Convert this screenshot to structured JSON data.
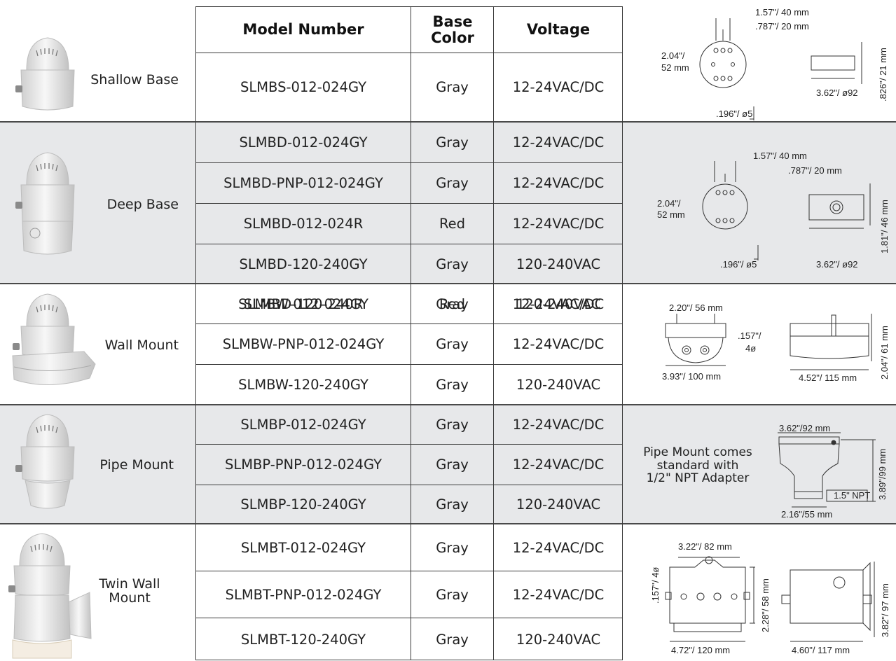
{
  "header": {
    "model_number": "Model Number",
    "base_color": "Base Color",
    "voltage": "Voltage"
  },
  "groups": [
    {
      "label": "Shallow Base",
      "rows": [
        {
          "model": "SLMBS-012-024GY",
          "color": "Gray",
          "voltage": "12-24VAC/DC"
        }
      ],
      "dims": [
        "1.57\"/ 40 mm",
        ".787\"/ 20 mm",
        "2.04\"/",
        "52 mm",
        ".196\"/ ø5",
        "3.62\"/ ø92",
        ".826\"/ 21 mm"
      ]
    },
    {
      "label": "Deep Base",
      "rows": [
        {
          "model": "SLMBD-012-024GY",
          "color": "Gray",
          "voltage": "12-24VAC/DC"
        },
        {
          "model": "SLMBD-PNP-012-024GY",
          "color": "Gray",
          "voltage": "12-24VAC/DC"
        },
        {
          "model": "SLMBD-012-024R",
          "color": "Red",
          "voltage": "12-24VAC/DC"
        },
        {
          "model": "SLMBD-120-240GY",
          "color": "Gray",
          "voltage": "120-240VAC"
        },
        {
          "model": "SLMBD-120-240R",
          "color": "Red",
          "voltage": "120-240VAC"
        }
      ],
      "dims": [
        "1.57\"/ 40 mm",
        ".787\"/ 20 mm",
        "2.04\"/",
        "52 mm",
        ".196\"/  ø5",
        "3.62\"/  ø92",
        "1.81\"/ 46 mm"
      ]
    },
    {
      "label": "Wall Mount",
      "rows": [
        {
          "model": "SLMBW-012-024GY",
          "color": "Gray",
          "voltage": "12-24VAC/DC"
        },
        {
          "model": "SLMBW-PNP-012-024GY",
          "color": "Gray",
          "voltage": "12-24VAC/DC"
        },
        {
          "model": "SLMBW-120-240GY",
          "color": "Gray",
          "voltage": "120-240VAC"
        }
      ],
      "dims": [
        "2.20\"/ 56 mm",
        ".157\"/",
        "4ø",
        "3.93\"/ 100 mm",
        "4.52\"/ 115 mm",
        "2.04\"/ 61 mm"
      ]
    },
    {
      "label": "Pipe Mount",
      "rows": [
        {
          "model": "SLMBP-012-024GY",
          "color": "Gray",
          "voltage": "12-24VAC/DC"
        },
        {
          "model": "SLMBP-PNP-012-024GY",
          "color": "Gray",
          "voltage": "12-24VAC/DC"
        },
        {
          "model": "SLMBP-120-240GY",
          "color": "Gray",
          "voltage": "120-240VAC"
        }
      ],
      "note": [
        "Pipe Mount comes",
        "standard with",
        "1/2\" NPT Adapter"
      ],
      "dims": [
        "3.62\"/92 mm",
        "3.89\"/99 mm",
        "1.5\" NPT",
        "2.16\"/55 mm"
      ]
    },
    {
      "label": [
        "Twin Wall",
        "Mount"
      ],
      "rows": [
        {
          "model": "SLMBT-012-024GY",
          "color": "Gray",
          "voltage": "12-24VAC/DC"
        },
        {
          "model": "SLMBT-PNP-012-024GY",
          "color": "Gray",
          "voltage": "12-24VAC/DC"
        },
        {
          "model": "SLMBT-120-240GY",
          "color": "Gray",
          "voltage": "120-240VAC"
        }
      ],
      "dims": [
        "3.22\"/ 82 mm",
        ".157\"/ 4ø",
        "2.28\"/ 58 mm",
        "4.72\"/ 120 mm",
        "4.60\"/ 117 mm",
        "3.82\"/ 97 mm"
      ]
    }
  ],
  "colors": {
    "shade": "#e7e8ea",
    "rule": "#3a3a3a",
    "product_body": "#eeeeee"
  }
}
